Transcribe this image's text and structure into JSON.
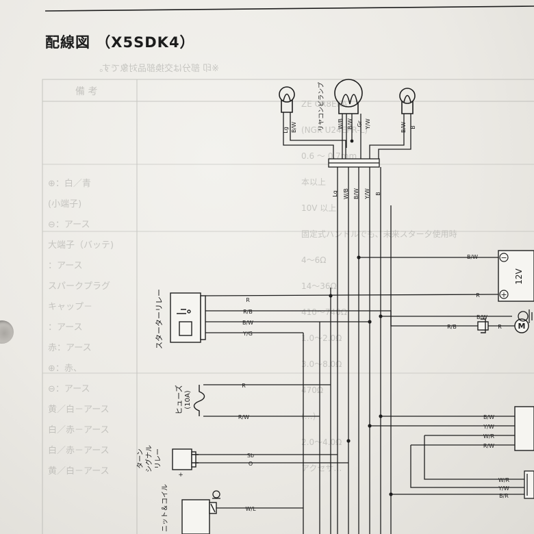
{
  "title": "配線図 （X5SDK4）",
  "components": {
    "license_lamp": "リヤコンビランプ",
    "starter_relay": "スターターリレー",
    "fuse": "ヒューズ",
    "fuse_rating": "(10A)",
    "turn_relay_line1": "ターン",
    "turn_relay_line2": "シグナル",
    "turn_relay_line3": "リレー",
    "ignition": "ニット＆コイル",
    "battery_voltage": "12V",
    "battery_minus": "−",
    "battery_plus": "+",
    "motor": "M"
  },
  "wire_labels": {
    "lamp_left": [
      "Lg",
      "B/W"
    ],
    "lamp_center": [
      "W/B",
      "B/W",
      "Gr",
      "Y/W"
    ],
    "lamp_right": [
      "B/W",
      "B"
    ],
    "harness": [
      "Lg",
      "W/B",
      "B/W",
      "Y/W",
      "B"
    ],
    "battery_minus": "B/W",
    "battery_plus": "R",
    "relay": [
      "R",
      "R/B",
      "B/W",
      "Y/G"
    ],
    "motor": [
      "R/B",
      "R"
    ],
    "ground": "B/W",
    "fuse_top": "R",
    "fuse_bottom": "R/W",
    "right_connector": [
      "B/W",
      "Y/W",
      "W/R",
      "R/W"
    ],
    "turn_relay": [
      "Sb",
      "O"
    ],
    "lower_right": [
      "W/R",
      "Y/W",
      "B/R"
    ],
    "ignition": "W/L"
  },
  "background_print": {
    "note": "※印 部分は交換部品対象です。",
    "header": "備 考",
    "right_rows": [
      "ZE CR8EKA",
      "(NGK U24EPR-L)",
      "0.6 ～ 0.7mm",
      "本以上",
      "10V 以上",
      "固定式ハンドルでも、未来スター夕使用時",
      "4～6Ω",
      "14～36Ω",
      "410～740Ω",
      "1.0～2.0Ω",
      "3.0～8.0Ω",
      "470Ω",
      "(…)",
      "2.0～4.0Ω",
      "アクセサ…"
    ],
    "left_rows": [
      "⊕：白／青",
      "(小端子)",
      "⊖：アース",
      "大端子（バッテ)",
      "：アース",
      "スパークプラグ",
      "キャップ－",
      "：アース",
      "赤：アース",
      "⊕：赤、",
      "⊖：アース",
      "黄／白－アース",
      "白／赤－アース",
      "白／赤－アース",
      "黄／白－アース"
    ]
  },
  "colors": {
    "line": "#1d1d1d",
    "ghost": "#9c9c98"
  }
}
